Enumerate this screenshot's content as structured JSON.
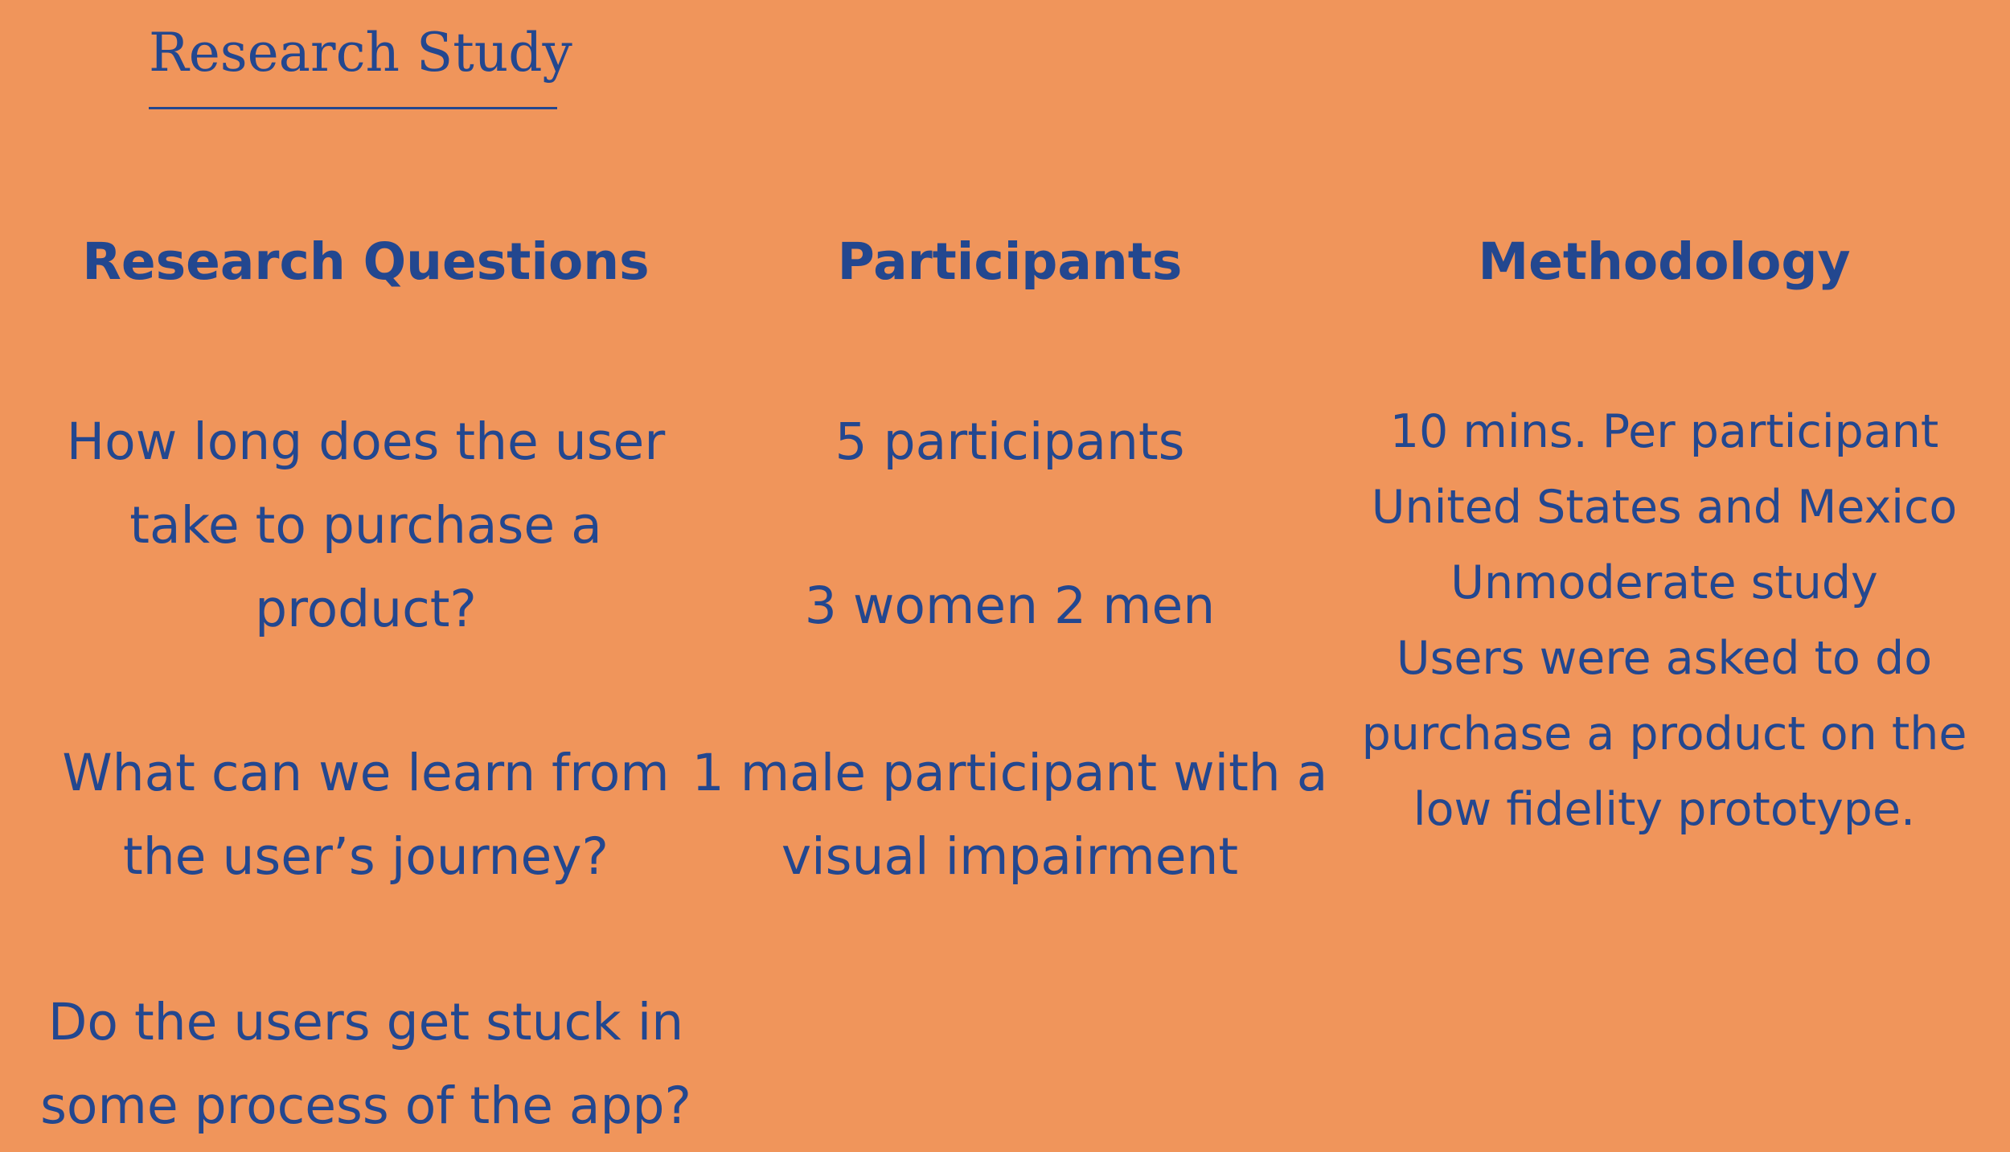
{
  "header": {
    "title": "Research Study"
  },
  "columns": {
    "questions": {
      "heading": "Research Questions",
      "items": [
        [
          "How long does the user",
          "take to purchase a",
          "product?"
        ],
        [
          "What can we learn from",
          "the user’s journey?"
        ],
        [
          "Do the users get stuck in",
          "some process of the app?"
        ]
      ]
    },
    "participants": {
      "heading": "Participants",
      "items": [
        [
          "5 participants"
        ],
        [
          "3 women 2 men"
        ],
        [
          "1 male participant with a",
          "visual impairment"
        ]
      ]
    },
    "methodology": {
      "heading": "Methodology",
      "lines": [
        "10 mins. Per participant",
        "United States and Mexico",
        "Unmoderate study",
        "Users were asked to do",
        "purchase a product on the",
        "low fidelity prototype."
      ]
    }
  },
  "colors": {
    "background": "#F0955B",
    "text": "#23478F"
  }
}
